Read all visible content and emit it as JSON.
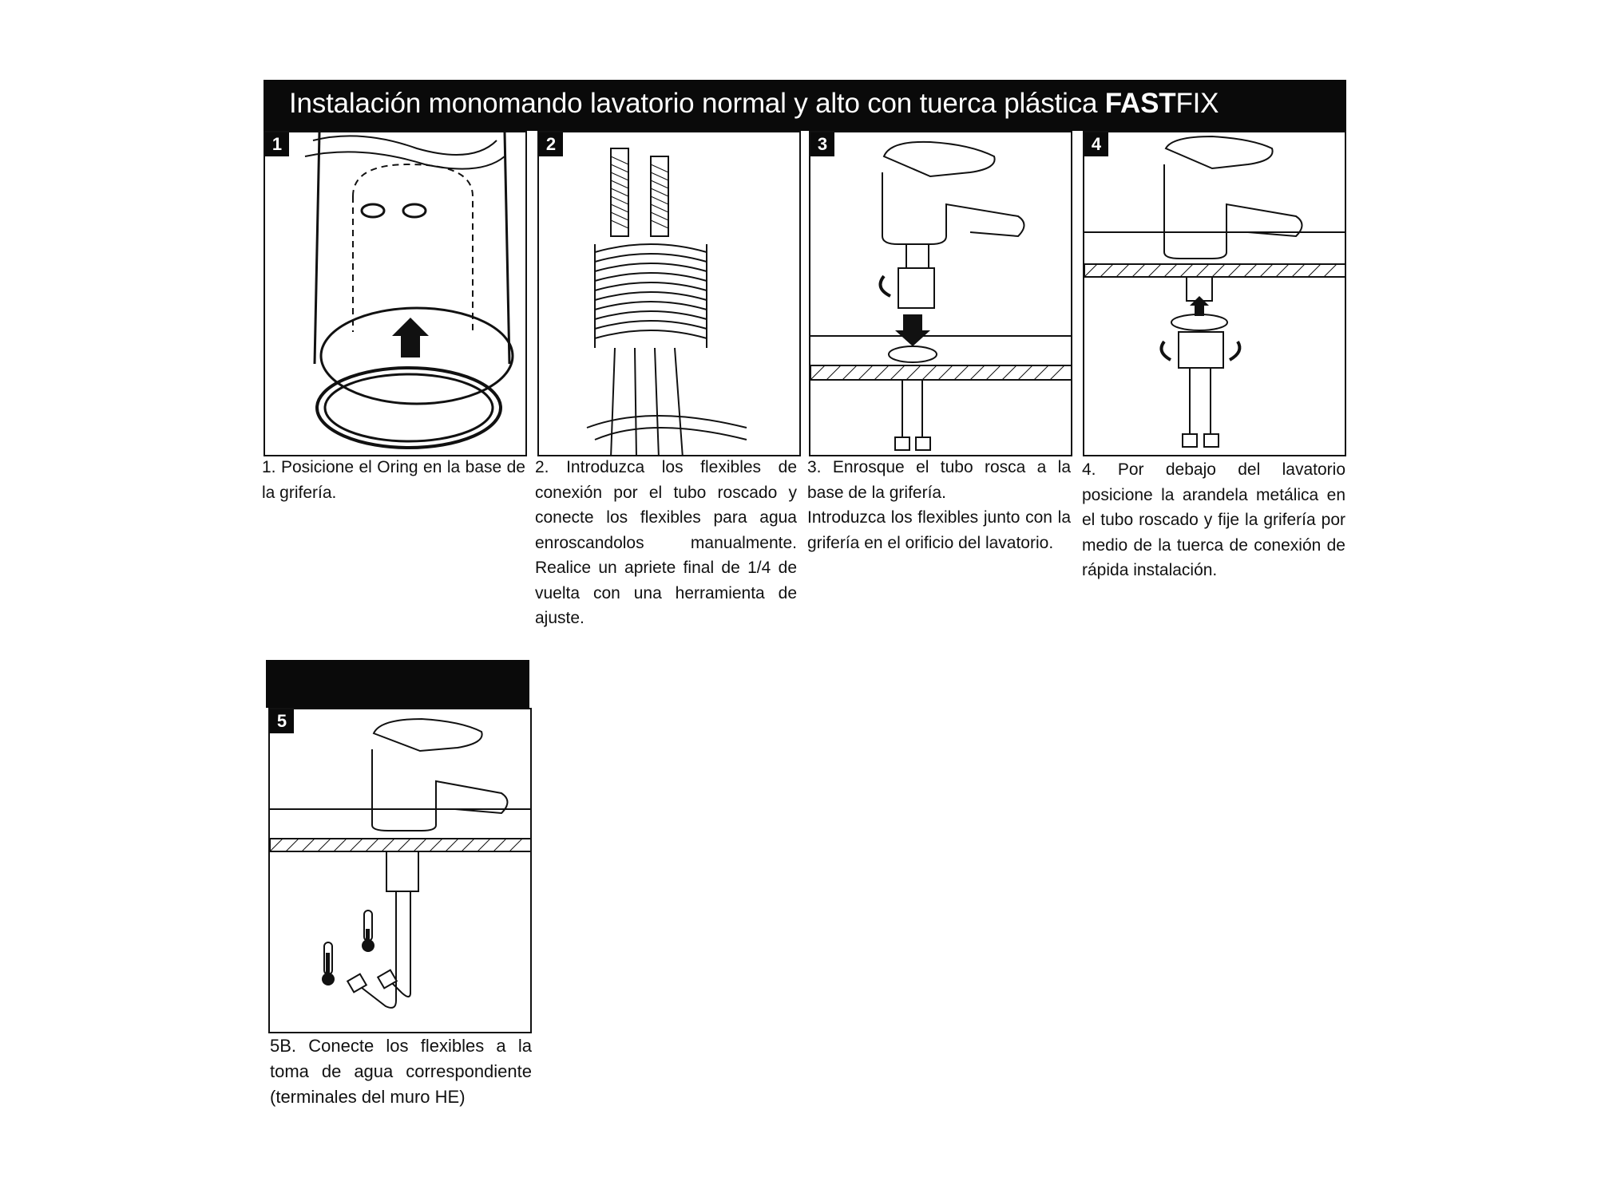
{
  "header": {
    "title_main": "Instalación monomando lavatorio normal y alto con tuerca plástica ",
    "title_bold": "FAST",
    "title_light": "FIX"
  },
  "steps": [
    {
      "number": "1",
      "caption": "1. Posicione el Oring en la base de la grifería."
    },
    {
      "number": "2",
      "caption": "2. Introduzca los flexibles de conexión por el tubo roscado y conecte los flexibles para agua enroscandolos manualmente. Realice un apriete final de 1/4 de vuelta con una herramienta de ajuste."
    },
    {
      "number": "3",
      "caption": "3. Enrosque el tubo rosca a la base de la grifería.",
      "caption2": "Introduzca los flexibles junto con la grifería en el orificio del lavatorio."
    },
    {
      "number": "4",
      "caption": "4. Por debajo del lavatorio posicione la arandela metálica en el tubo roscado y fije la grifería por medio de la tuerca de conexión de rápida instalación."
    },
    {
      "number": "5",
      "caption": "5B. Conecte los flexibles a la toma de agua correspondiente (terminales del muro HE)"
    }
  ],
  "colors": {
    "ink": "#111111",
    "bar": "#0a0a0a",
    "paper": "#ffffff"
  },
  "icons": [
    "oring-icon",
    "threaded-tube-icon",
    "faucet-icon",
    "arrow-up-icon",
    "arrow-down-icon",
    "rotate-arrow-icon",
    "thermometer-icon"
  ]
}
